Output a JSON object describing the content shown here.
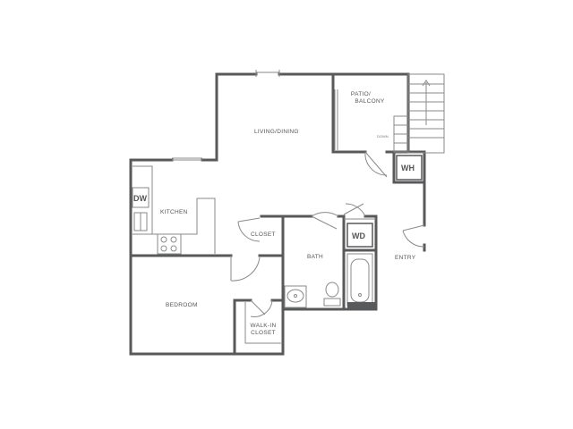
{
  "rooms": {
    "living_dining": "LIVING/DINING",
    "patio_line1": "PATIO/",
    "patio_line2": "BALCONY",
    "kitchen": "KITCHEN",
    "closet": "CLOSET",
    "bath": "BATH",
    "entry": "ENTRY",
    "bedroom": "BEDROOM",
    "walkin_line1": "WALK-IN",
    "walkin_line2": "CLOSET"
  },
  "appliances": {
    "dishwasher": "DW",
    "water_heater": "WH",
    "washer_dryer": "WD"
  },
  "stair_note": "DOWN",
  "colors": {
    "wall": "#58595b",
    "fixture": "#8a8a8a",
    "label": "#555555"
  }
}
